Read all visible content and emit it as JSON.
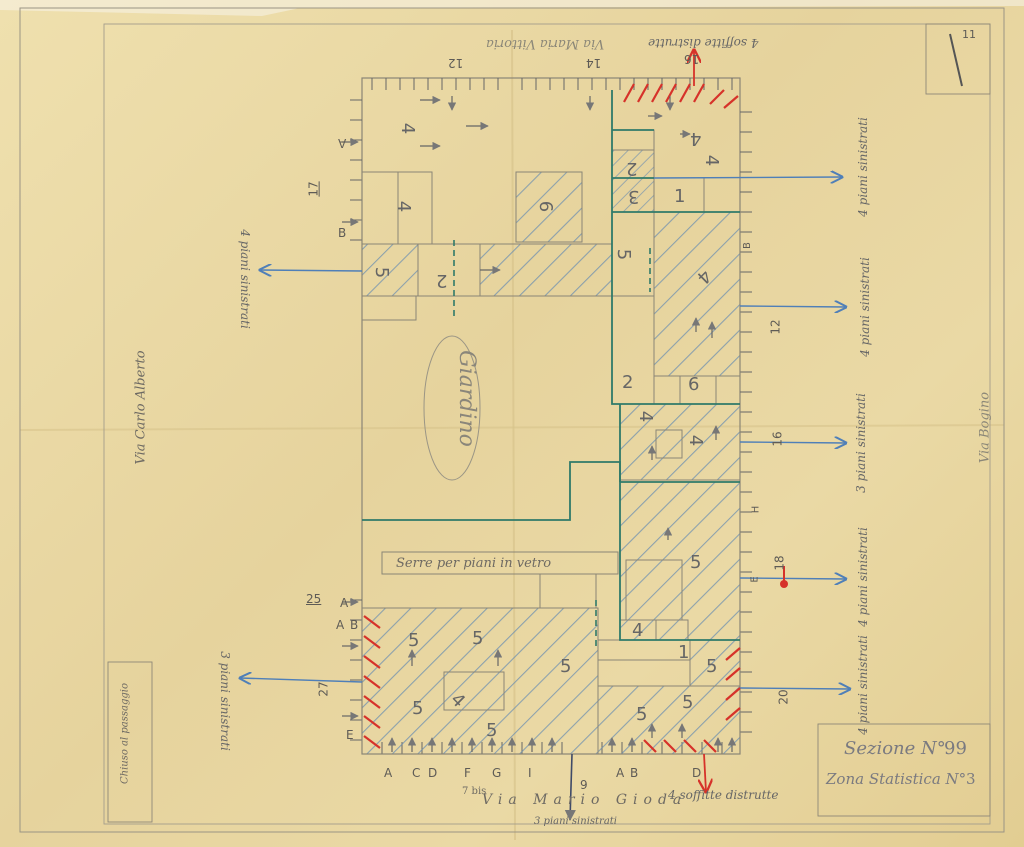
{
  "sheet": {
    "corner_mark": "11",
    "stamp": {
      "section_label": "Sezione N°",
      "section_number": "99",
      "zone_label": "Zona Statistica N°",
      "zone_number": "3"
    }
  },
  "streets": {
    "north": "Via Maria Vittoria",
    "west": "Via Carlo Alberto",
    "east": "Via Bogino",
    "south_prefix": "7 bis",
    "south": "Via Mario Gioda"
  },
  "civic_numbers": {
    "north_12": "12",
    "north_14": "14",
    "north_16": "16",
    "east_12": "12",
    "east_16": "16",
    "east_18": "18",
    "east_20": "20",
    "west_17": "17",
    "west_25": "25",
    "west_27": "27",
    "south_9": "9"
  },
  "floor_notes": {
    "north_top": "4 soffitte distrutte",
    "east_1": "4 piani sinistrati",
    "east_2": "4 piani sinistrati",
    "east_3": "3 piani sinistrati",
    "east_4": "4 piani sinistrati",
    "east_5": "4 piani sinistrati",
    "west_1": "4 piani sinistrati",
    "west_2": "3 piani sinistrati",
    "south_1": "3 piani sinistrati",
    "south_2": "4 soffitte distrutte"
  },
  "labels": {
    "garden": "Giardino",
    "greenhouse": "Serre per piani in vetro",
    "west_margin": "Chiuso al passaggio"
  },
  "floors": [
    "5",
    "5",
    "5",
    "5",
    "5",
    "5",
    "5",
    "5",
    "5",
    "5",
    "4",
    "4",
    "4",
    "4",
    "4",
    "4",
    "4",
    "4",
    "2",
    "2",
    "2",
    "1",
    "1",
    "1",
    "6",
    "6",
    "3",
    "5",
    "5",
    "4"
  ],
  "row_letters": {
    "south": [
      "A",
      "C",
      "D",
      "F",
      "G",
      "I",
      "A",
      "B",
      "D"
    ],
    "west_top": [
      "A",
      "B"
    ],
    "west_bottom": [
      "A",
      "A",
      "B",
      "E"
    ],
    "east": [
      "B",
      "H",
      "E"
    ]
  },
  "colors": {
    "paper": "#e9d9a6",
    "pencil": "#6e6a63",
    "teal_line": "#2f7a6a",
    "blue_arrow": "#4f7fb8",
    "red_mark": "#d6322a"
  }
}
